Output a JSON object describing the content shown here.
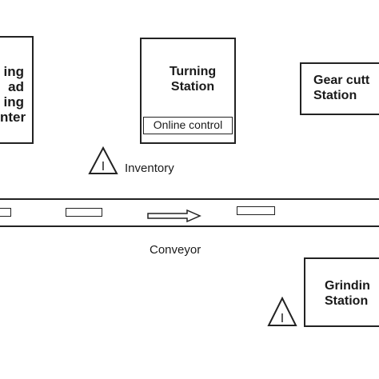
{
  "stations": {
    "left": {
      "lines": [
        "ing",
        "ad",
        "ing",
        "nter"
      ]
    },
    "turning": {
      "lines": [
        "Turning",
        "Station"
      ],
      "sub": "Online control"
    },
    "gear": {
      "lines": [
        "Gear cutt",
        "Station"
      ]
    },
    "grinding": {
      "lines": [
        "Grindin",
        "Station"
      ]
    }
  },
  "labels": {
    "inventory": "Inventory",
    "conveyor": "Conveyor"
  },
  "icons": {
    "inventory_symbol": "warning-triangle-icon",
    "arrow": "right-arrow-icon",
    "triangle_letter": "I"
  }
}
